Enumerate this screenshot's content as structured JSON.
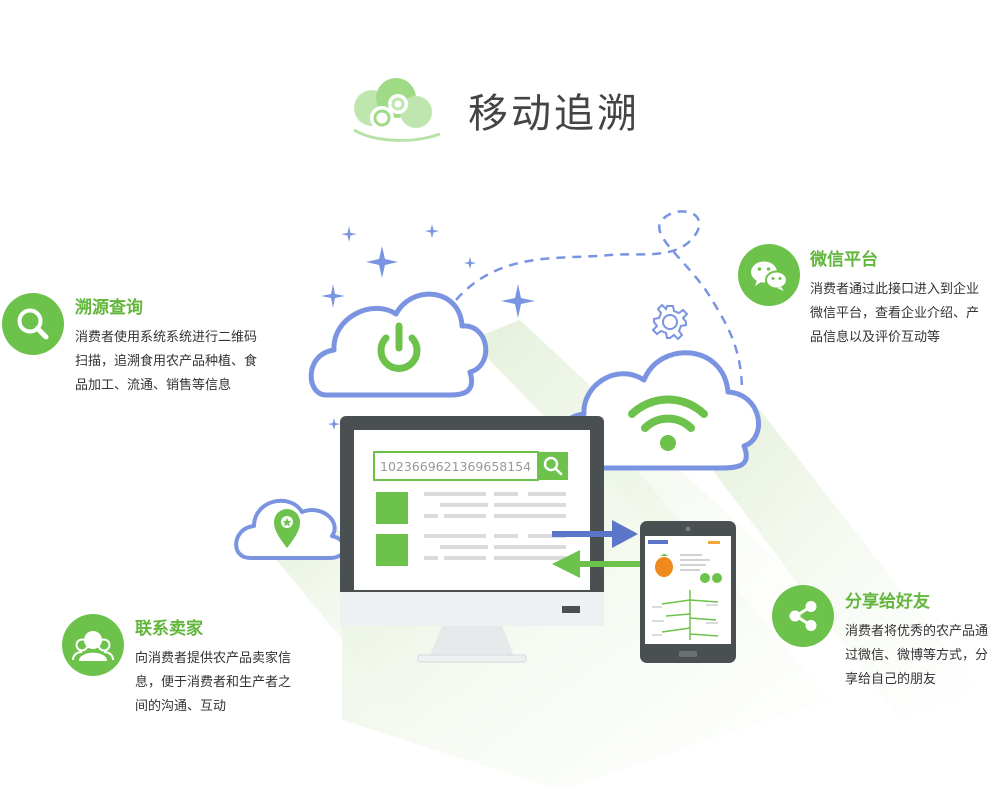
{
  "header": {
    "title": "移动追溯"
  },
  "search": {
    "value": "1023669621369658154"
  },
  "colors": {
    "green": "#6cc24a",
    "title_green": "#62b63c",
    "blue": "#7b94e2",
    "dark": "#4a4f52",
    "monitor_base": "#eef0f2"
  },
  "features": [
    {
      "id": "trace",
      "icon": "search-icon",
      "title": "溯源查询",
      "lines": [
        "消费者使用系统系统进行二维码",
        "扫描，追溯食用农产品种植、食",
        "品加工、流通、销售等信息"
      ]
    },
    {
      "id": "wechat",
      "icon": "wechat-icon",
      "title": "微信平台",
      "lines": [
        "消费者通过此接口进入到企业",
        "微信平台，查看企业介绍、产",
        "品信息以及评价互动等"
      ]
    },
    {
      "id": "contact",
      "icon": "people-icon",
      "title": "联系卖家",
      "lines": [
        "向消费者提供农产品卖家信",
        "息，便于消费者和生产者之",
        "间的沟通、互动"
      ]
    },
    {
      "id": "share",
      "icon": "share-icon",
      "title": "分享给好友",
      "lines": [
        "消费者将优秀的农产品通",
        "过微信、微博等方式，分",
        "享给自己的朋友"
      ]
    }
  ]
}
